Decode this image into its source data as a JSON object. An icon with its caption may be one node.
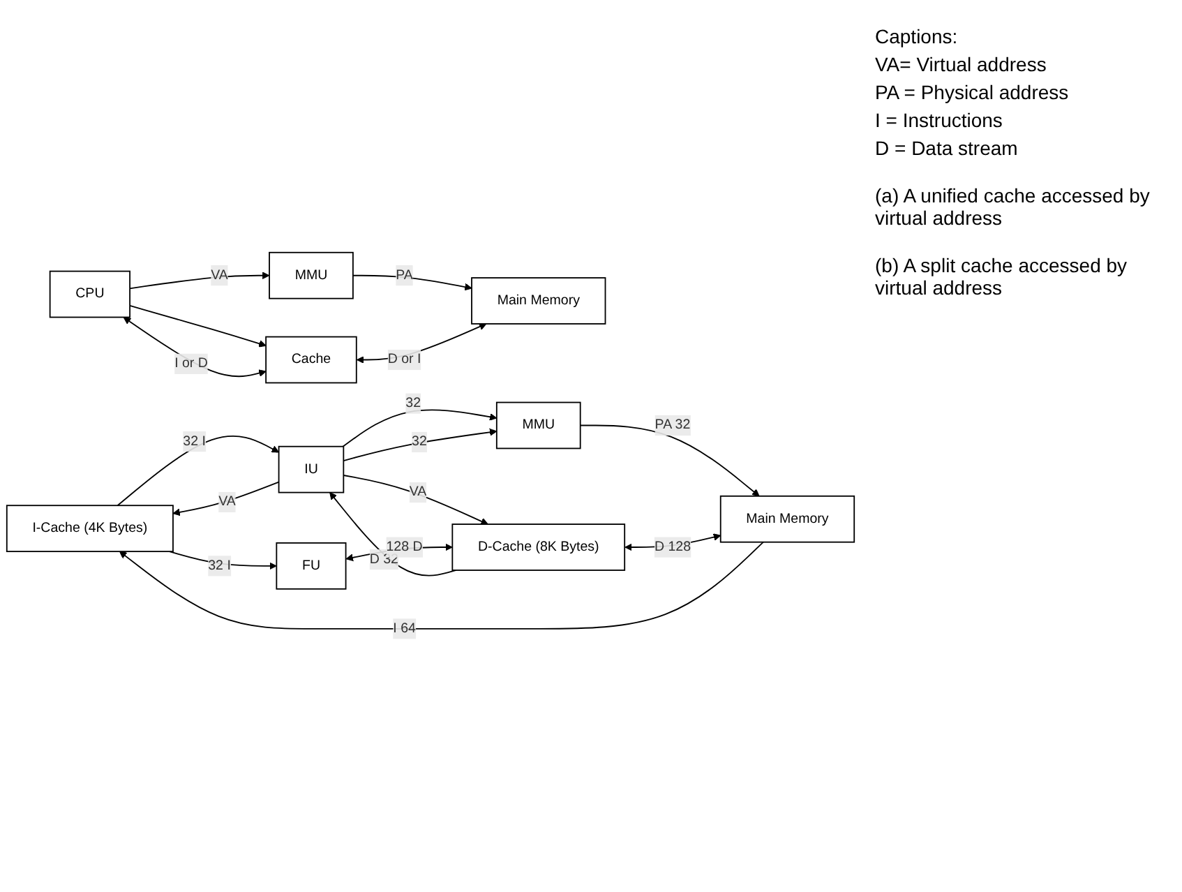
{
  "diagram": {
    "nodes": [
      {
        "text": [
          "CPU"
        ]
      },
      {
        "text": [
          "MMU"
        ]
      },
      {
        "text": [
          "Cache"
        ]
      },
      {
        "text": [
          "Main Memory"
        ]
      },
      {
        "text": [
          "I-Cache (4K Bytes)"
        ]
      },
      {
        "text": [
          "IU"
        ]
      },
      {
        "text": [
          "MMU"
        ]
      },
      {
        "text": [
          "Main Memory"
        ]
      },
      {
        "text": [
          "FU"
        ]
      },
      {
        "text": [
          "D-Cache (8K Bytes)"
        ]
      }
    ],
    "edges": [
      {
        "from": 0,
        "to": 1,
        "arrow": "to",
        "label": "VA"
      },
      {
        "from": 0,
        "to": 2,
        "arrow": "to"
      },
      {
        "from": 1,
        "to": 3,
        "arrow": "to",
        "label": "PA"
      },
      {
        "from": 0,
        "to": 2,
        "arrow": "both",
        "label": "I or D"
      },
      {
        "from": 2,
        "to": 3,
        "arrow": "both",
        "label": "D or I"
      },
      {
        "from": 7,
        "to": 4,
        "arrow": "to",
        "label": "I 64"
      },
      {
        "from": 4,
        "to": 5,
        "arrow": "to",
        "label": "32 I"
      },
      {
        "from": 4,
        "to": 8,
        "arrow": "to",
        "label": "32 I"
      },
      {
        "from": 5,
        "to": 4,
        "arrow": "to",
        "label": "VA"
      },
      {
        "from": 5,
        "to": 6,
        "arrow": "to",
        "label": "32"
      },
      {
        "from": 5,
        "to": 6,
        "arrow": "to",
        "label": "32"
      },
      {
        "from": 5,
        "to": 9,
        "arrow": "to",
        "label": "VA"
      },
      {
        "from": 6,
        "to": 7,
        "arrow": "to",
        "label": "PA 32"
      },
      {
        "from": 9,
        "to": 7,
        "arrow": "both",
        "label": "D 128"
      },
      {
        "from": 9,
        "to": 5,
        "arrow": "to",
        "label": "D 32"
      },
      {
        "from": 8,
        "to": 9,
        "arrow": "both",
        "label": "128 D"
      }
    ],
    "labels": [
      "Captions:",
      "VA= Virtual address",
      "PA = Physical address",
      "I = Instructions",
      "D = Data stream",
      "(a) A unified cache accessed by virtual address",
      "(b) A split cache accessed by virtual address"
    ]
  }
}
